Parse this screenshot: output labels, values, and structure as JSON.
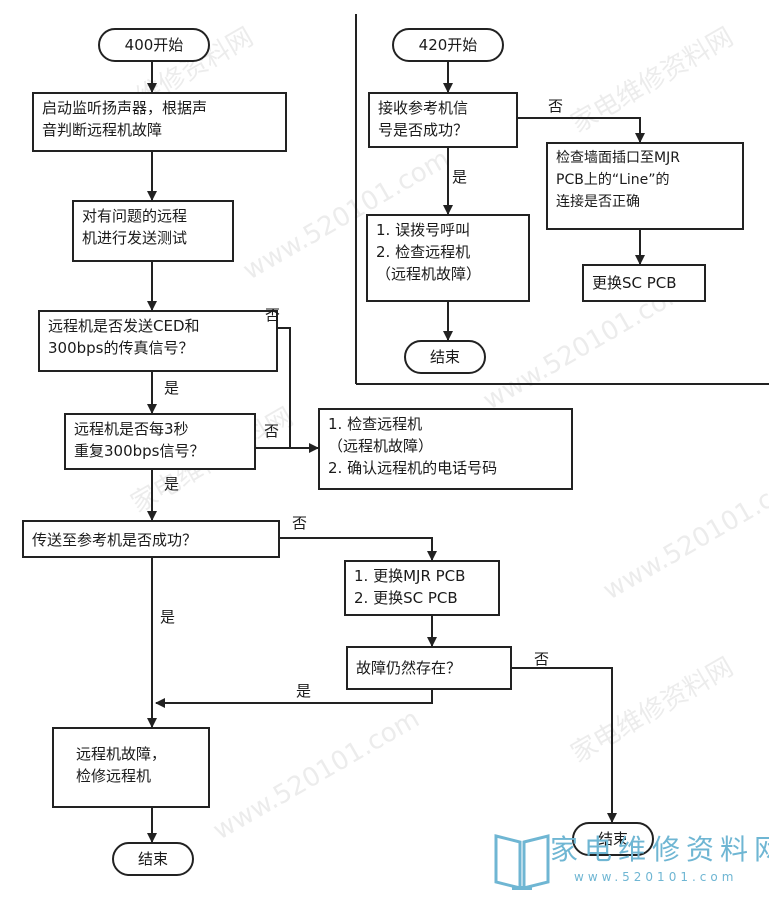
{
  "start_400": "400开始",
  "step_monitor": [
    "启动监听扬声器，根据声",
    "音判断远程机故障"
  ],
  "step_test": [
    "对有问题的远程",
    "机进行发送测试"
  ],
  "q_ced": [
    "远程机是否发送CED和",
    "300bps的传真信号？"
  ],
  "q_repeat": [
    "远程机是否每3秒",
    "重复300bps信号？"
  ],
  "check_remote": [
    "1. 检查远程机",
    "（远程机故障）",
    "2. 确认远程机的电话号码"
  ],
  "q_send_ref": "传送至参考机是否成功？",
  "replace_pcb": [
    "1. 更换MJR PCB",
    "2. 更换SC PCB"
  ],
  "q_fault": "故障仍然存在？",
  "remote_fault": [
    "远程机故障，",
    "检修远程机"
  ],
  "end_left": "结束",
  "end_right": "结束",
  "start_420": "420开始",
  "q_receive": [
    "接收参考机信",
    "号是否成功？"
  ],
  "misdial": [
    "1. 误拨号呼叫",
    "2. 检查远程机",
    "（远程机故障）"
  ],
  "end_420": "结束",
  "check_wall": [
    "检查墙面插口至MJR",
    "PCB上的“Line”的",
    "连接是否正确"
  ],
  "replace_sc": "更换SC PCB",
  "labels": {
    "yes": "是",
    "no": "否"
  },
  "watermark": "家电维修资料网",
  "watermark_url": "www.520101.com",
  "logo": {
    "brand": "家电维修资料网",
    "url": "www.520101.com"
  },
  "colors": {
    "line": "#222222",
    "logo": "#6fb6d3"
  }
}
